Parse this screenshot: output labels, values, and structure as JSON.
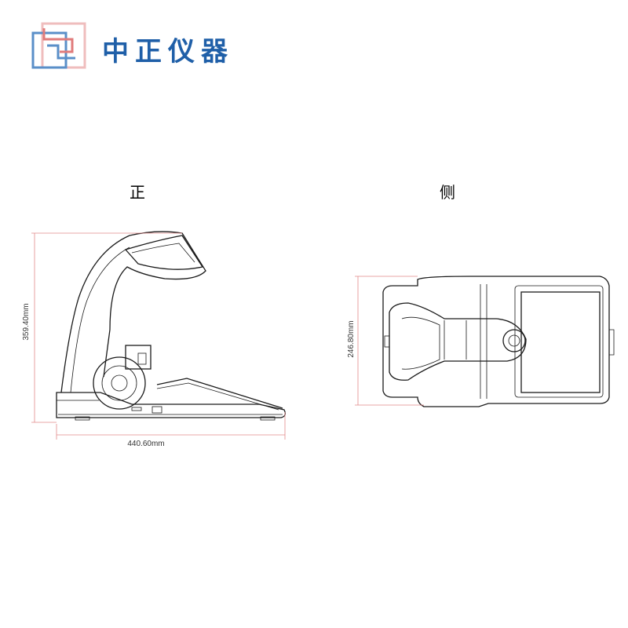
{
  "brand": {
    "name": "中正仪器"
  },
  "views": {
    "front_label": "正",
    "side_label": "侧"
  },
  "dimensions": {
    "width": "440.60mm",
    "height": "359.40mm",
    "side_height": "246.80mm"
  },
  "colors": {
    "brand_blue": "#1f5fa8",
    "logo_red": "#e07b7b",
    "dimension_line": "#e28a8a"
  }
}
